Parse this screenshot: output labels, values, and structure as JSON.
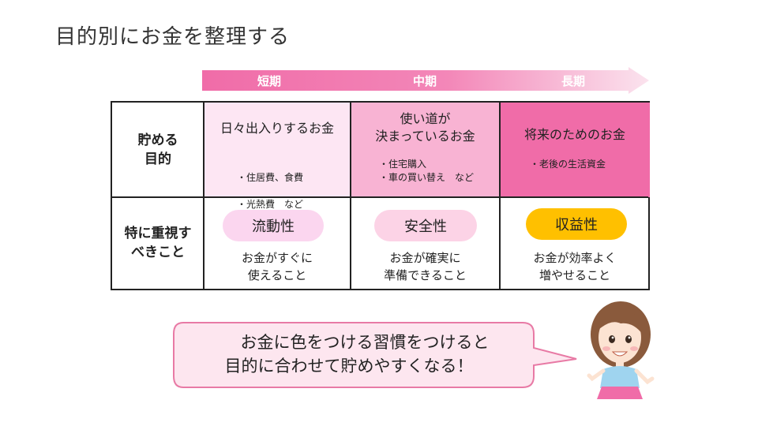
{
  "title": "目的別にお金を整理する",
  "timeline": {
    "labels": [
      "短期",
      "中期",
      "長期"
    ]
  },
  "table": {
    "row_headers": [
      "貯める\n目的",
      "特に重視す\nべきこと"
    ],
    "columns": [
      {
        "purpose": "日々出入りするお金",
        "bullets": [
          "・住居費、食費",
          "・光熱費　など"
        ],
        "priority": "流動性",
        "description": "お金がすぐに\n使えること",
        "header_color": "#fde6f3",
        "pill_color": "#fbd6ef"
      },
      {
        "purpose": "使い道が\n決まっているお金",
        "bullets": [
          "・住宅購入",
          "・車の買い替え　など"
        ],
        "priority": "安全性",
        "description": "お金が確実に\n準備できること",
        "header_color": "#f8b3d3",
        "pill_color": "#fcd3e6"
      },
      {
        "purpose": "将来のためのお金",
        "bullets": [
          "・老後の生活資金"
        ],
        "priority": "収益性",
        "description": "お金が効率よく\n増やせること",
        "header_color": "#f06ca8",
        "pill_color": "#ffc000"
      }
    ]
  },
  "bubble": {
    "line1": "お金に色をつける習慣をつけると",
    "line2": "目的に合わせて貯めやすくなる！",
    "fill": "#fde6ef",
    "stroke": "#e87aa5"
  },
  "colors": {
    "timeline_start": "#f06ca8",
    "timeline_end": "#fde6ef"
  }
}
